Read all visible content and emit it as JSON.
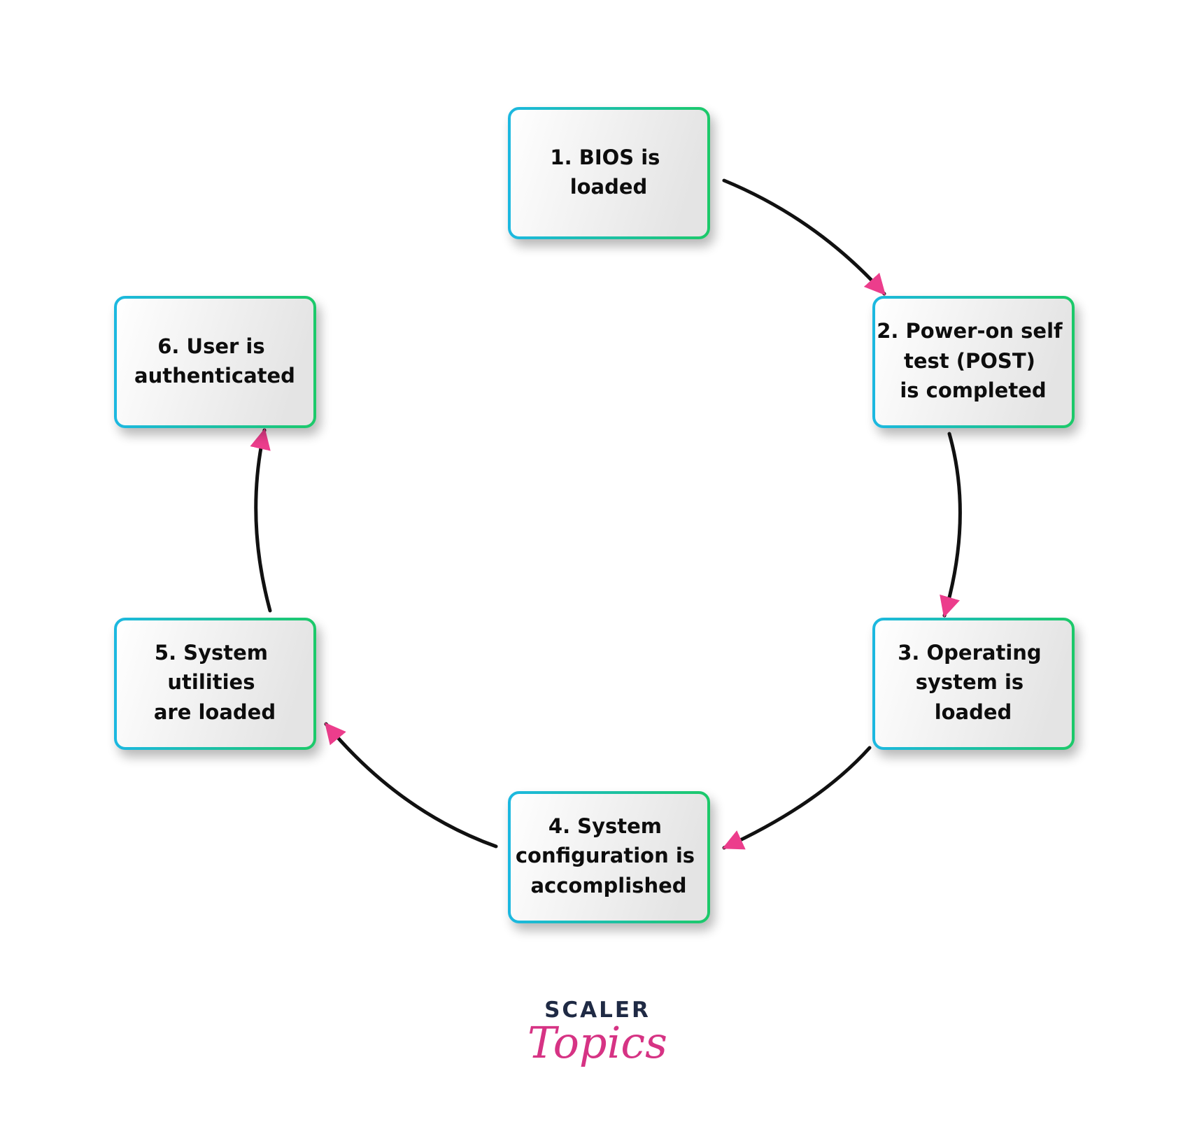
{
  "steps": [
    {
      "id": "step-1",
      "lines": [
        "1. BIOS is",
        "loaded"
      ]
    },
    {
      "id": "step-2",
      "lines": [
        "2. Power-on self",
        "test (POST)",
        "is completed"
      ]
    },
    {
      "id": "step-3",
      "lines": [
        "3. Operating",
        "system is",
        "loaded"
      ]
    },
    {
      "id": "step-4",
      "lines": [
        "4. System",
        "configuration is",
        "accomplished"
      ]
    },
    {
      "id": "step-5",
      "lines": [
        "5. System",
        "utilities",
        "are loaded"
      ]
    },
    {
      "id": "step-6",
      "lines": [
        "6. User is",
        "authenticated"
      ]
    }
  ],
  "connections": [
    {
      "from": "step-1",
      "to": "step-2"
    },
    {
      "from": "step-2",
      "to": "step-3"
    },
    {
      "from": "step-3",
      "to": "step-4"
    },
    {
      "from": "step-4",
      "to": "step-5"
    },
    {
      "from": "step-5",
      "to": "step-6"
    }
  ],
  "brand": {
    "top": "SCALER",
    "script": "Topics"
  },
  "colors": {
    "border_start": "#1fb8e0",
    "border_end": "#1ec96a",
    "box_fill_start": "#ffffff",
    "box_fill_end": "#e4e4e4",
    "connector": "#111111",
    "arrowhead": "#ec3d8c",
    "brand_dark": "#1f2a44",
    "brand_pink": "#d63384"
  }
}
